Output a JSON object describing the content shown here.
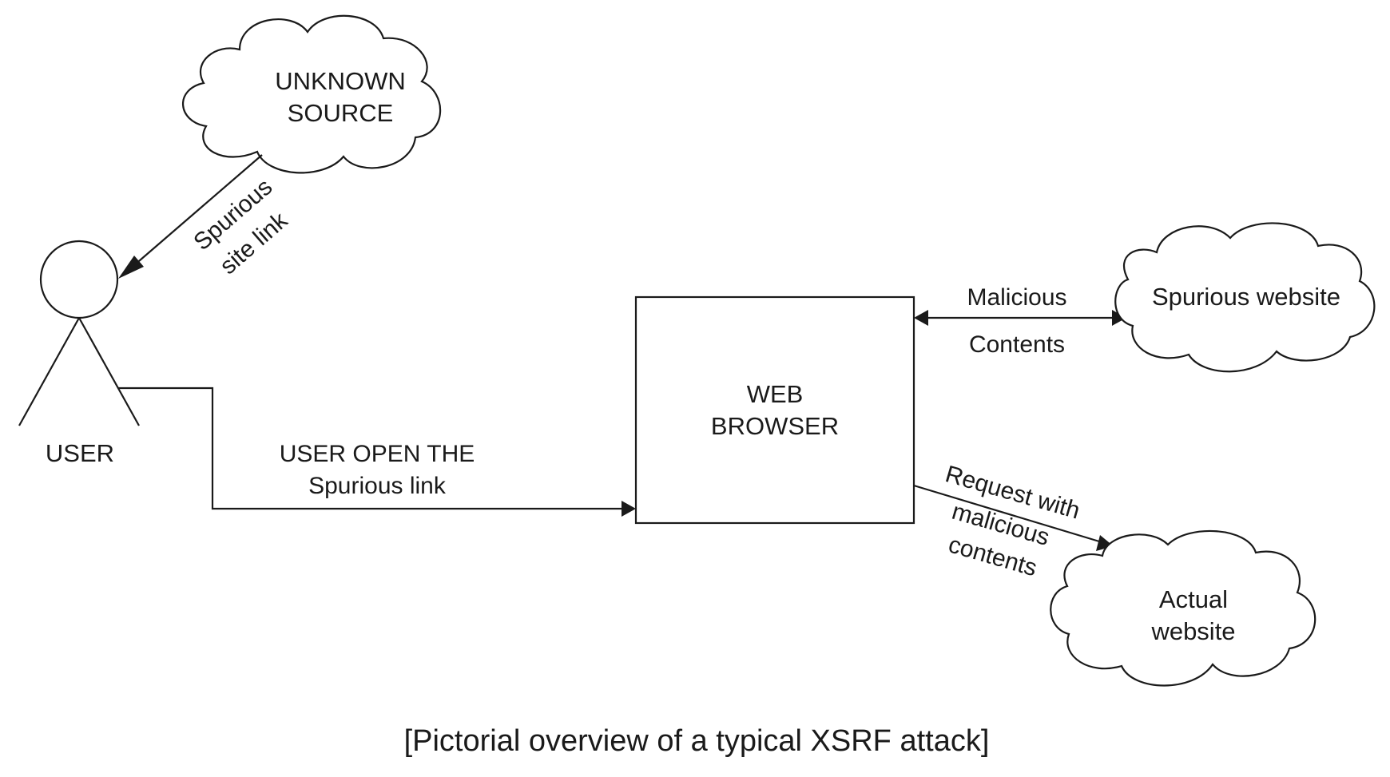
{
  "diagram": {
    "nodes": {
      "unknown_source": {
        "lines": [
          "UNKNOWN",
          "SOURCE"
        ]
      },
      "user": {
        "label": "USER"
      },
      "web_browser": {
        "lines": [
          "WEB",
          "BROWSER"
        ]
      },
      "spurious_website": {
        "label": "Spurious website"
      },
      "actual_website": {
        "lines": [
          "Actual",
          "website"
        ]
      }
    },
    "edges": {
      "source_to_user": {
        "lines": [
          "Spurious",
          "site link"
        ]
      },
      "user_to_browser": {
        "lines": [
          "USER OPEN THE",
          "Spurious link"
        ]
      },
      "browser_spurious": {
        "lines": [
          "Malicious",
          "Contents"
        ]
      },
      "browser_to_actual": {
        "lines": [
          "Request with",
          "malicious",
          "contents"
        ]
      }
    },
    "caption": "[Pictorial overview of a typical XSRF attack]"
  }
}
